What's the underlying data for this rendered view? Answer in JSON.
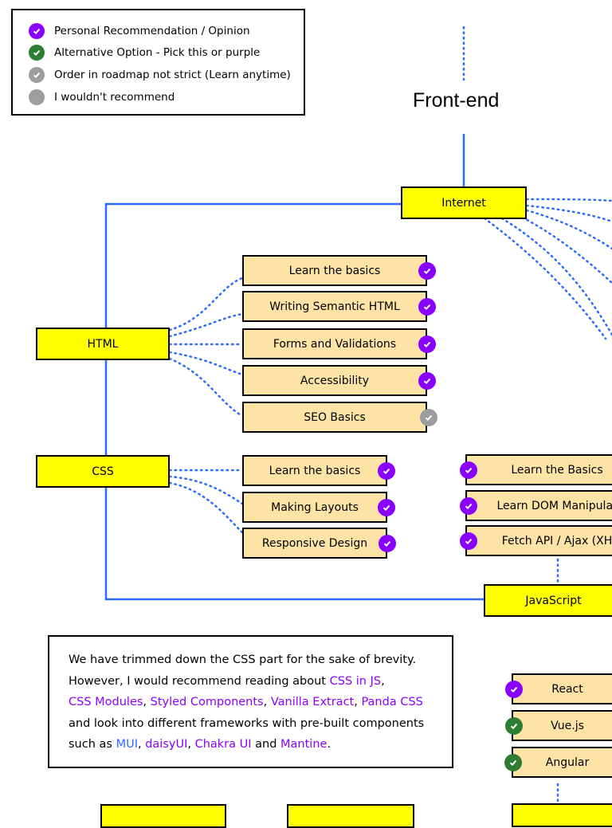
{
  "legend": {
    "items": [
      {
        "label": "Personal Recommendation / Opinion",
        "color": "#8a00ff",
        "check": true
      },
      {
        "label": "Alternative Option - Pick this or purple",
        "color": "#2e7d32",
        "check": true
      },
      {
        "label": "Order in roadmap not strict (Learn anytime)",
        "color": "#9e9e9e",
        "check": true
      },
      {
        "label": "I wouldn't recommend",
        "color": "#9e9e9e",
        "check": false
      }
    ]
  },
  "title": "Front-end",
  "nodes": {
    "internet": "Internet",
    "html": "HTML",
    "css": "CSS",
    "javascript": "JavaScript"
  },
  "html_topics": [
    {
      "label": "Learn the basics",
      "status": "purple"
    },
    {
      "label": "Writing Semantic HTML",
      "status": "purple"
    },
    {
      "label": "Forms and Validations",
      "status": "purple"
    },
    {
      "label": "Accessibility",
      "status": "purple"
    },
    {
      "label": "SEO Basics",
      "status": "gray"
    }
  ],
  "css_topics": [
    {
      "label": "Learn the basics",
      "status": "purple"
    },
    {
      "label": "Making Layouts",
      "status": "purple"
    },
    {
      "label": "Responsive Design",
      "status": "purple"
    }
  ],
  "js_topics": [
    {
      "label": "Learn the Basics",
      "status": "purple"
    },
    {
      "label": "Learn DOM Manipulat",
      "status": "purple"
    },
    {
      "label": "Fetch API / Ajax (XH",
      "status": "purple"
    }
  ],
  "frameworks": [
    {
      "label": "React",
      "status": "purple"
    },
    {
      "label": "Vue.js",
      "status": "green"
    },
    {
      "label": "Angular",
      "status": "green"
    }
  ],
  "note": {
    "line1": "We have trimmed down the CSS part for the sake of brevity.",
    "line2_pre": "However, I would recommend reading about ",
    "link_css_in_js": "CSS in JS",
    "comma": ",",
    "link_css_modules": "CSS Modules",
    "link_styled": "Styled Components",
    "link_vanilla": "Vanilla Extract",
    "link_panda": "Panda CSS",
    "sep": ", ",
    "line4": "and look into different frameworks with pre-built components",
    "line5_pre": "such as ",
    "link_mui": "MUI",
    "link_daisy": "daisyUI",
    "link_chakra": "Chakra UI",
    "and": " and ",
    "link_mantine": "Mantine",
    "period": "."
  },
  "colors": {
    "purple": "#8a00ff",
    "green": "#2e7d32",
    "gray": "#9e9e9e",
    "yellow": "#ffff00",
    "topic": "#fde3a5",
    "line_blue": "#2b6cff"
  }
}
